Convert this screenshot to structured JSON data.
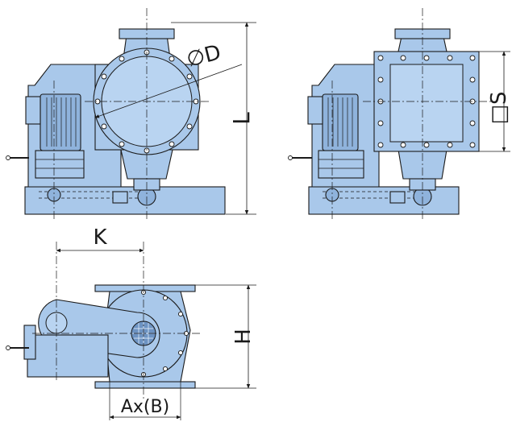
{
  "dimensions": {
    "diameter_label": "∅D",
    "height_l_label": "L",
    "square_s_label": "□S",
    "offset_k_label": "K",
    "height_h_label": "H",
    "width_a_label": "Ax(B)"
  },
  "colors": {
    "body_fill": "#a9c8ea",
    "line": "#1a1a1a",
    "background": "#ffffff"
  }
}
